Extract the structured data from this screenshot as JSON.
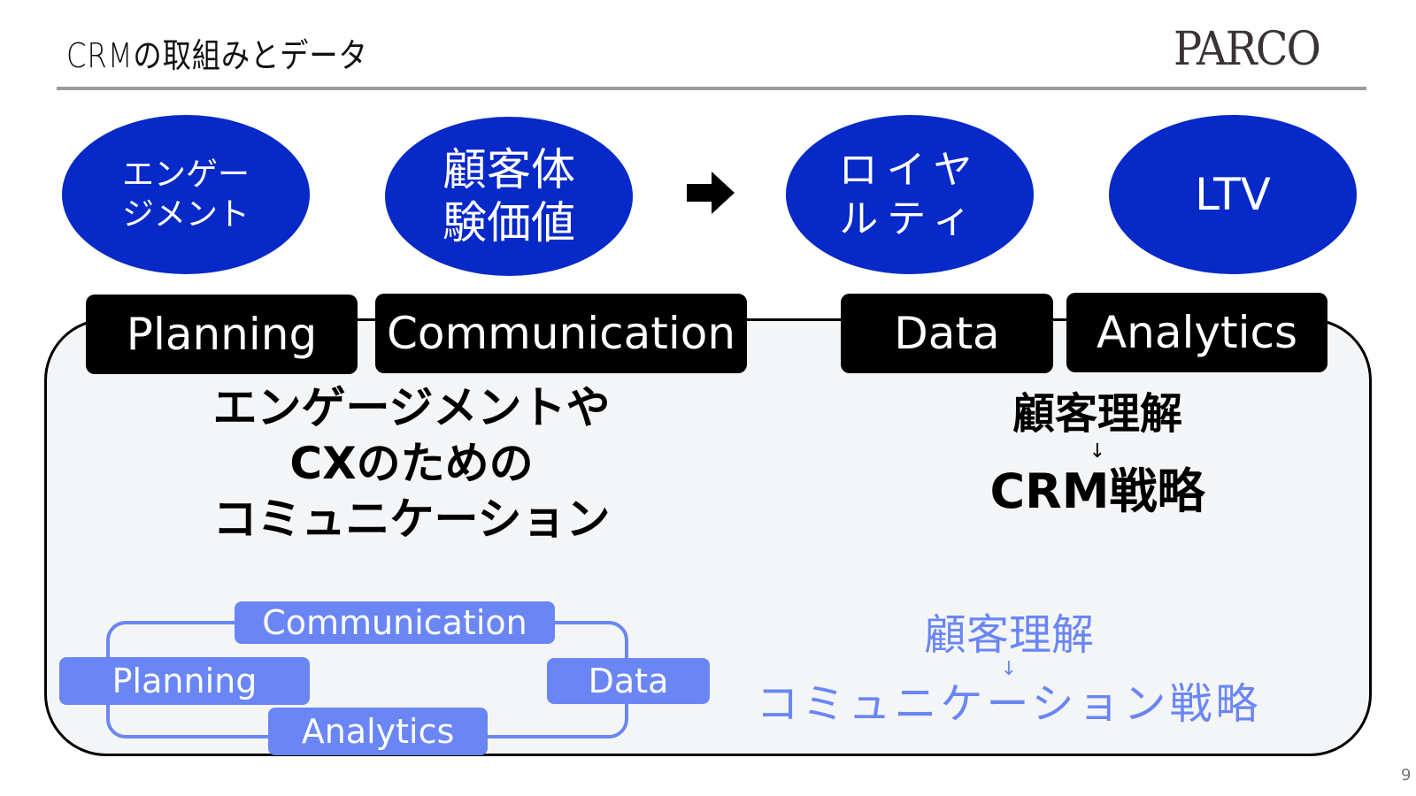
{
  "header": {
    "title": "CRMの取組みとデータ",
    "logo_text": "PARCO"
  },
  "circles": [
    {
      "label": "エンゲー\nジメント"
    },
    {
      "label": "顧客体\n験価値"
    },
    {
      "label": "ロイヤ\nルティ"
    },
    {
      "label": "LTV"
    }
  ],
  "arrow": {
    "icon": "right-arrow-icon"
  },
  "tags": [
    "Planning",
    "Communication",
    "Data",
    "Analytics"
  ],
  "left_message": "エンゲージメントや\nCXのための\nコミュニケーション",
  "right_message": {
    "line1": "顧客理解",
    "arrow": "↓",
    "line2": "CRM戦略"
  },
  "cycle": {
    "items": [
      "Communication",
      "Planning",
      "Data",
      "Analytics"
    ]
  },
  "blue_message": {
    "line1": "顧客理解",
    "arrow": "↓",
    "line2": "コミュニケーション戦略"
  },
  "colors": {
    "circle_blue": "#0629c8",
    "cycle_blue": "#6a86f5",
    "panel_bg": "#f4f5f7"
  },
  "page_number": "9"
}
